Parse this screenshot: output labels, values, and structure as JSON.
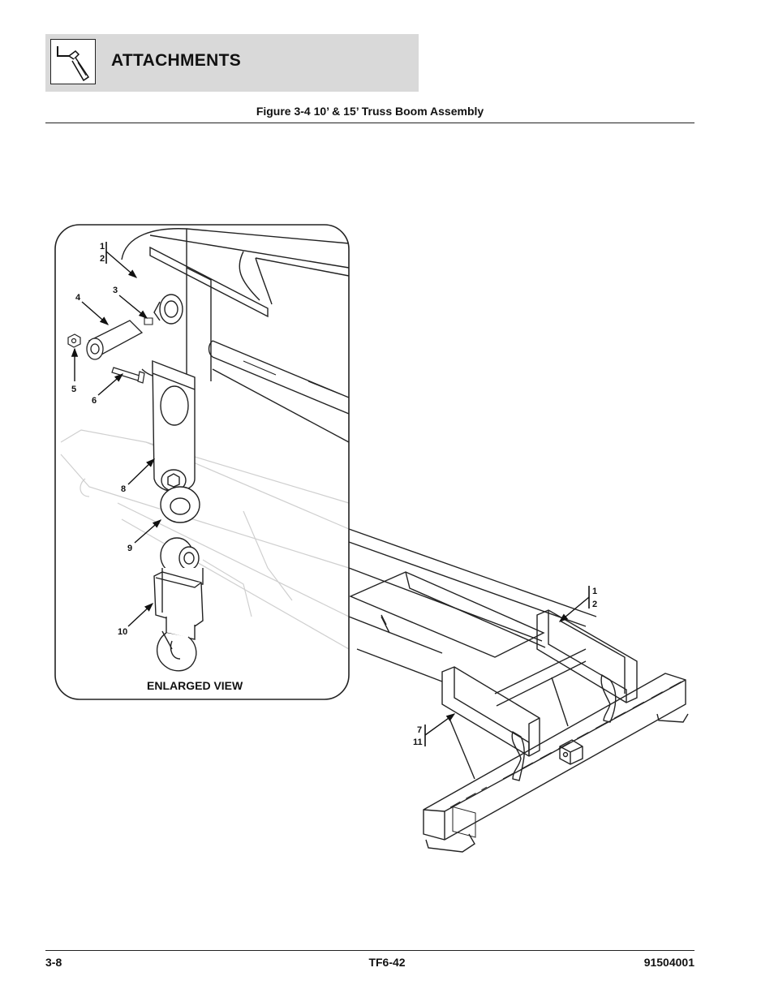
{
  "header": {
    "section_title": "ATTACHMENTS",
    "icon": "attachment-hook-icon"
  },
  "figure": {
    "title": "Figure 3-4 10’ & 15’ Truss Boom Assembly",
    "enlarged_view_label": "ENLARGED VIEW",
    "callouts": {
      "c1a": "1",
      "c2a": "2",
      "c3": "3",
      "c4": "4",
      "c5": "5",
      "c6": "6",
      "c8": "8",
      "c9": "9",
      "c10": "10",
      "c1b": "1",
      "c2b": "2",
      "c7": "7",
      "c11": "11"
    }
  },
  "footer": {
    "page_number": "3-8",
    "model": "TF6-42",
    "part_number": "91504001"
  }
}
